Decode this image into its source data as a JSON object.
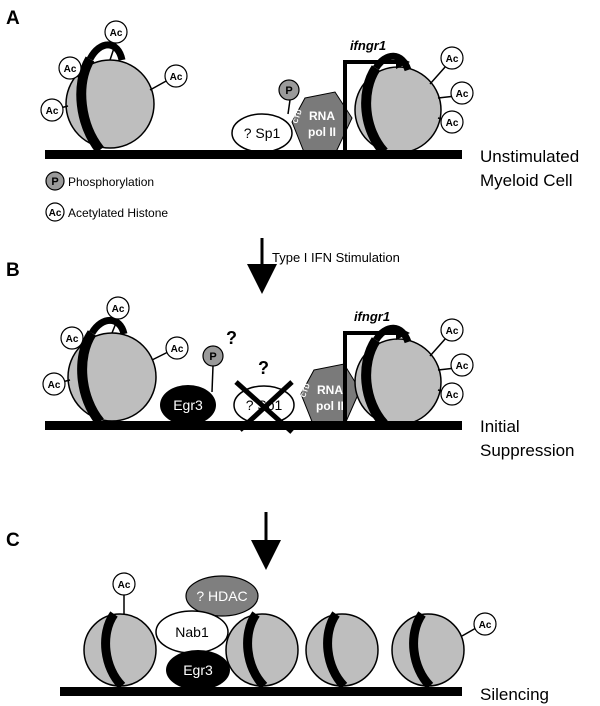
{
  "panels": [
    {
      "letter": "A",
      "label_line1": "Unstimulated",
      "label_line2": "Myeloid Cell"
    },
    {
      "letter": "B",
      "label_line1": "Initial",
      "label_line2": "Suppression"
    },
    {
      "letter": "C",
      "label_line1": "Silencing"
    }
  ],
  "legend": {
    "phospho_symbol": "P",
    "phospho_label": "Phosphorylation",
    "acetyl_symbol": "Ac",
    "acetyl_label": "Acetylated Histone"
  },
  "labels": {
    "ac": "Ac",
    "p": "P",
    "gene": "ifngr1",
    "sp1": "? Sp1",
    "ctd": "CTD",
    "rnapol_line1": "RNA",
    "rnapol_line2": "pol II",
    "egr3": "Egr3",
    "nab1": "Nab1",
    "hdac": "? HDAC",
    "question": "?",
    "stimulation": "Type I IFN Stimulation"
  },
  "colors": {
    "nucleosome_fill": "#bebebe",
    "dna": "#000000",
    "rnapol_fill": "#7a7a7a",
    "phospho_fill": "#9a9a9a",
    "hdac_fill": "#7f7f7f",
    "egr3_fill": "#000000"
  }
}
